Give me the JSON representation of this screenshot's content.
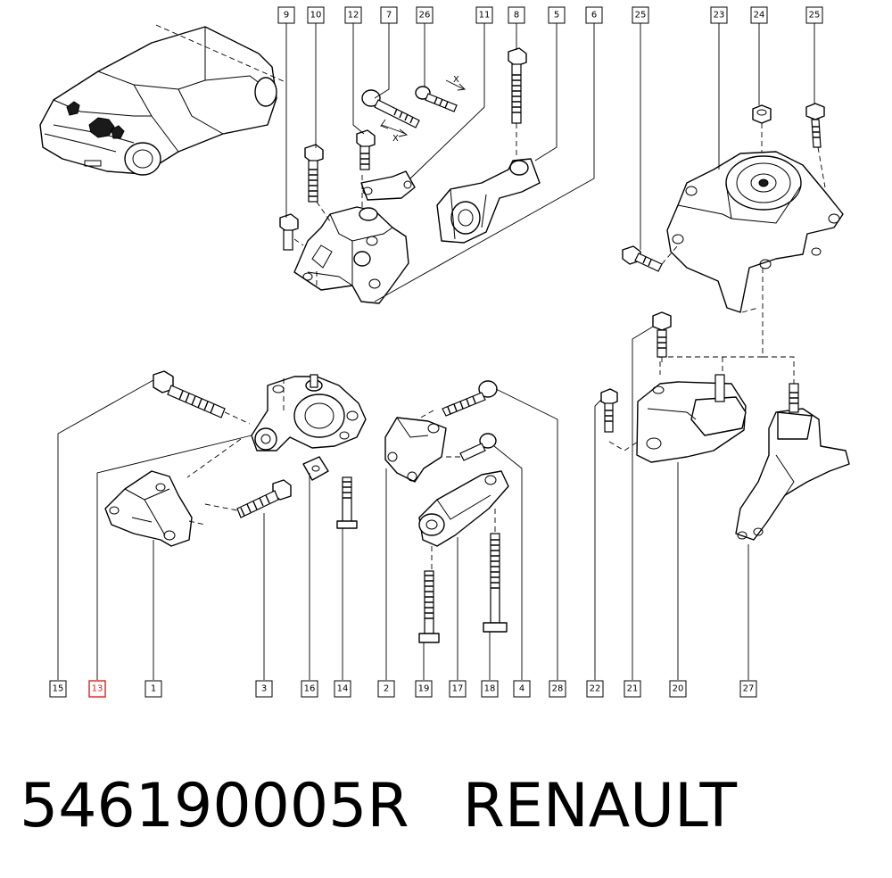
{
  "callouts": {
    "top": [
      "9",
      "10",
      "12",
      "7",
      "26",
      "11",
      "8",
      "5",
      "6",
      "25",
      "23",
      "24",
      "25"
    ],
    "bottom": [
      "15",
      "13",
      "1",
      "3",
      "16",
      "14",
      "2",
      "19",
      "17",
      "18",
      "4",
      "28",
      "22",
      "21",
      "20",
      "27"
    ]
  },
  "highlighted_callout": "13",
  "dimension_labels": [
    "X",
    "X"
  ],
  "caption": {
    "part_number": "546190005R",
    "brand": "RENAULT"
  },
  "colors": {
    "highlight": "#e0201b",
    "line": "#000000",
    "background": "#ffffff"
  }
}
